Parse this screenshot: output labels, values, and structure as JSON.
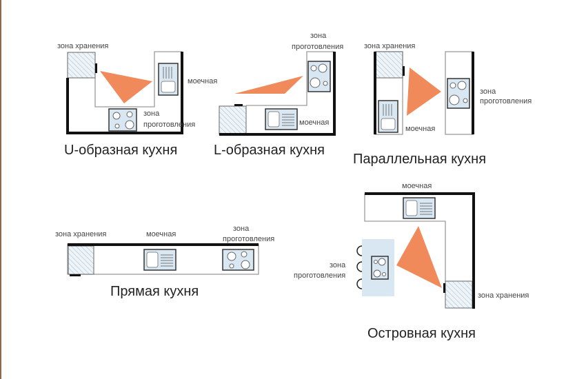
{
  "labels": {
    "storage": "зона хранения",
    "sink": "моечная",
    "cooking_1": "зона",
    "cooking_2": "проготовления"
  },
  "titles": {
    "u_kitchen": "U-образная кухня",
    "l_kitchen": "L-образная кухня",
    "parallel_kitchen": "Параллельная кухня",
    "straight_kitchen": "Прямая кухня",
    "island_kitchen": "Островная кухня"
  },
  "colors": {
    "triangle": "#f08a5a",
    "appliance_fill": "#d8e7f2",
    "wall": "#111111",
    "counter_edge": "#9a9a9a"
  }
}
